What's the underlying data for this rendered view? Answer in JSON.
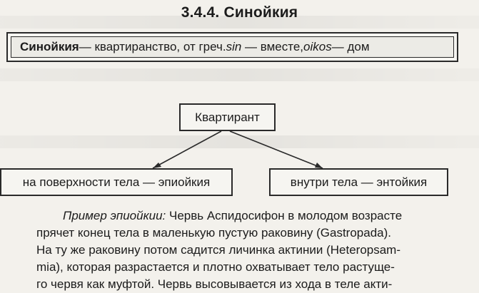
{
  "section": {
    "heading": "3.4.4. Синойкия"
  },
  "definition": {
    "term": "Синойкия",
    "dash1": " — квартиранство, от греч. ",
    "word1": "sin",
    "dash2": "— вместе, ",
    "word2": "oikos",
    "dash3": " — дом"
  },
  "diagram": {
    "root": "Квартирант",
    "left": "на поверхности тела — эпиойкия",
    "right": "внутри тела — энтойкия"
  },
  "example": {
    "label": "Пример эпиойкии:",
    "line1_rest": " Червь Аспидосифон в молодом возрасте",
    "line2": "прячет конец тела в маленькую пустую раковину (Gastropada).",
    "line3": "На ту же раковину потом садится личинка актинии (Heteropsam-",
    "line4": "mia), которая разрастается и плотно охватывает тело растуще-",
    "line5": "го червя как муфтой. Червь высовывается из хода в теле акти-"
  },
  "colors": {
    "background": "#f3f1ec",
    "ink": "#1b1b1b"
  }
}
